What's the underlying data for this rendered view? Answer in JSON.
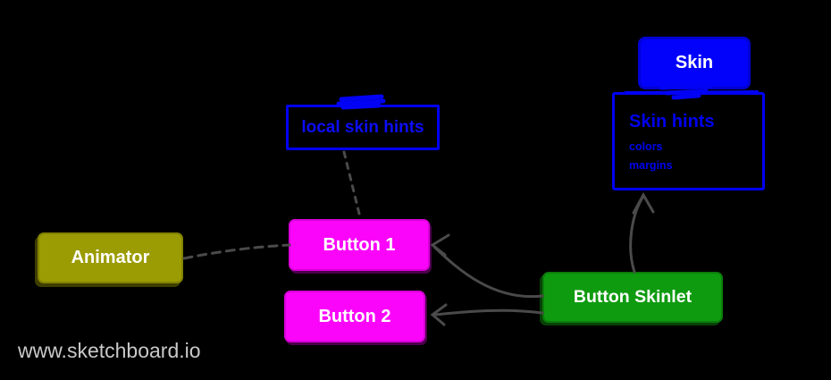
{
  "watermark": "www.sketchboard.io",
  "diagram": {
    "nodes": {
      "skin": {
        "label": "Skin",
        "fill": "#0202fa",
        "text_color": "#ffffff"
      },
      "skin_hints": {
        "title": "Skin hints",
        "items": [
          "colors",
          "margins",
          "..."
        ],
        "border_color": "#0000f2",
        "text_color": "#0000f0"
      },
      "local_skin_hints": {
        "label": "local skin hints",
        "border_color": "#0000f2",
        "text_color": "#0d0df8"
      },
      "animator": {
        "label": "Animator",
        "fill": "#9b9b03",
        "text_color": "#ffffff"
      },
      "button_1": {
        "label": "Button 1",
        "fill": "#fa05fa",
        "text_color": "#ffffff"
      },
      "button_2": {
        "label": "Button 2",
        "fill": "#fa05fa",
        "text_color": "#ffffff"
      },
      "button_skinlet": {
        "label": "Button Skinlet",
        "fill": "#0f9b10",
        "text_color": "#ffffff"
      }
    },
    "edges": [
      {
        "from": "animator",
        "to": "button_1",
        "style": "dashed",
        "color": "#4a4a4a"
      },
      {
        "from": "local_skin_hints",
        "to": "button_1",
        "style": "dashed",
        "color": "#4a4a4a"
      },
      {
        "from": "button_skinlet",
        "to": "button_1",
        "style": "solid-arrow",
        "color": "#4a4a4a"
      },
      {
        "from": "button_skinlet",
        "to": "button_2",
        "style": "solid-arrow",
        "color": "#4a4a4a"
      },
      {
        "from": "button_skinlet",
        "to": "skin_hints",
        "style": "solid-arrow",
        "color": "#4a4a4a"
      }
    ],
    "connector_scribble_color": "#0202f5"
  }
}
